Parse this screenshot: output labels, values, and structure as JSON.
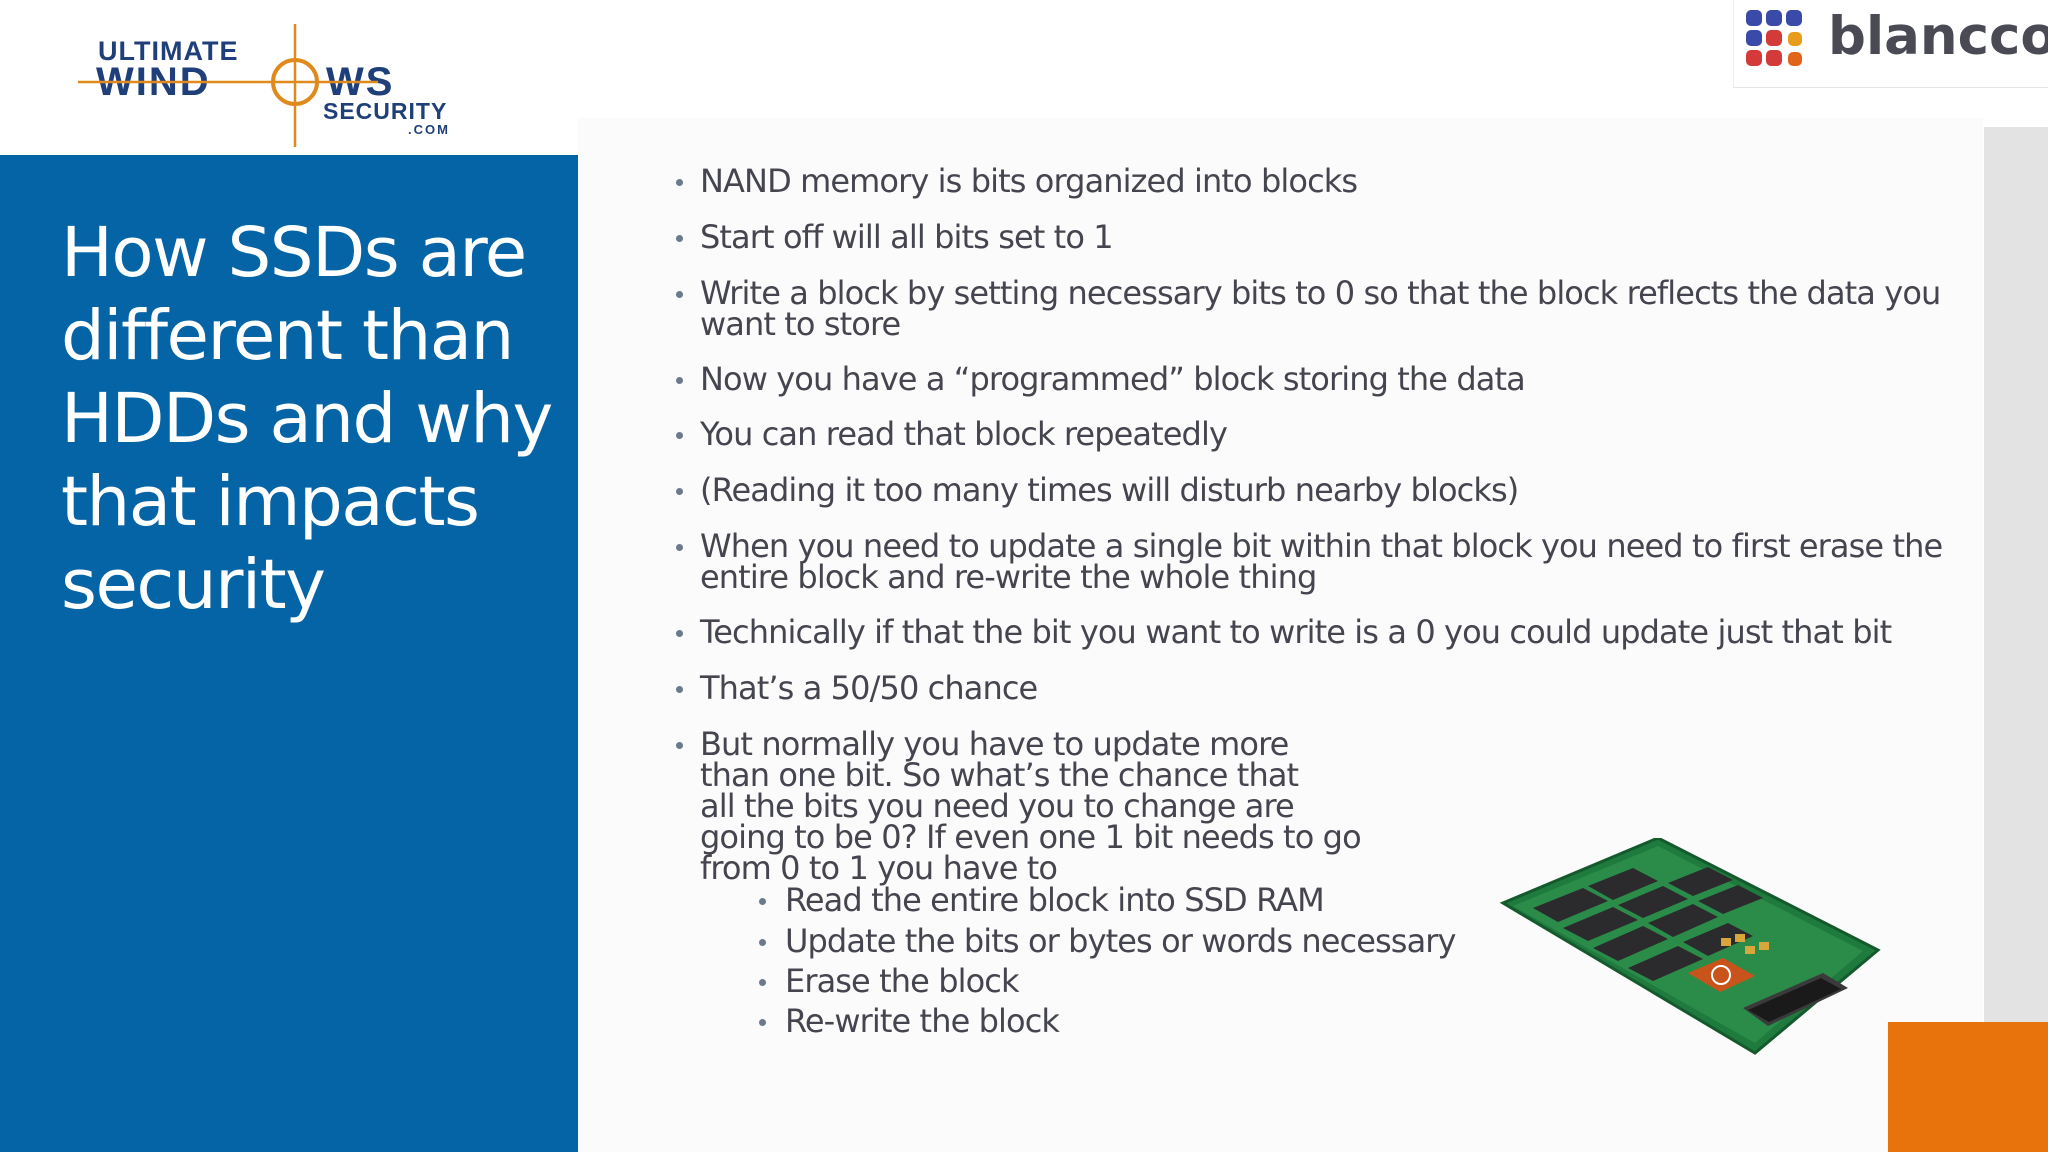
{
  "logo_left": {
    "line1": "ULTIMATE",
    "line2_a": "WIND",
    "line2_b": "WS",
    "line3": "SECURITY",
    "line4": ".COM"
  },
  "logo_right": {
    "word": "blancco",
    "dot_colors": [
      "#3a4aa8",
      "#3a4aa8",
      "#3a4aa8",
      "#e89c1a",
      "#3a4aa8",
      "#d43a3a",
      "#e89c1a",
      "#d43a3a",
      "#d43a3a",
      "#e0641a"
    ]
  },
  "title": {
    "text": "How SSDs are different than HDDs and why that impacts security"
  },
  "bullets": [
    "NAND memory is bits organized into blocks",
    "Start off will all bits set to 1",
    "Write a block by setting necessary bits to 0 so that the block reflects the data you\nwant to store",
    "Now you have a “programmed” block storing the data",
    "You can read that block repeatedly",
    "(Reading it too many times will disturb nearby blocks)",
    "When you need to update a single bit within that block you need to first erase the\nentire block and re-write the whole thing",
    "Technically if that the bit you want to write is a 0 you could update just that bit",
    "That’s a 50/50 chance",
    "But normally you have to update more\nthan one bit.  So what’s the chance that\nall the bits you need you to change are\ngoing to be 0?  If even one 1 bit needs to go\nfrom 0 to 1 you have to"
  ],
  "sub_bullets": [
    "Read the entire block into SSD RAM",
    "Update the bits or bytes or words necessary",
    "Erase the block",
    "Re-write the block"
  ],
  "colors": {
    "title_panel": "#0564a5",
    "accent_orange": "#e8720c",
    "text": "#45454f"
  }
}
